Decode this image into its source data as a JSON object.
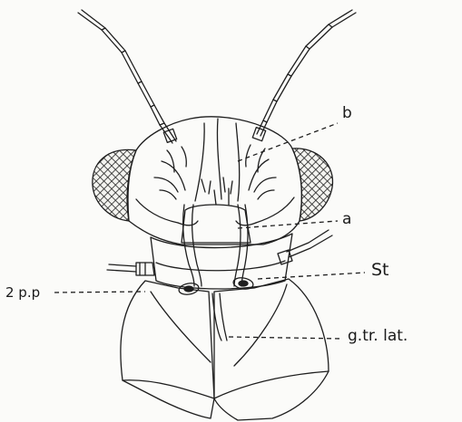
{
  "figure": {
    "labels": {
      "b": "b",
      "a": "a",
      "st": "St",
      "pp2": "2 p.p",
      "gtrlat": "g.tr. lat."
    }
  }
}
